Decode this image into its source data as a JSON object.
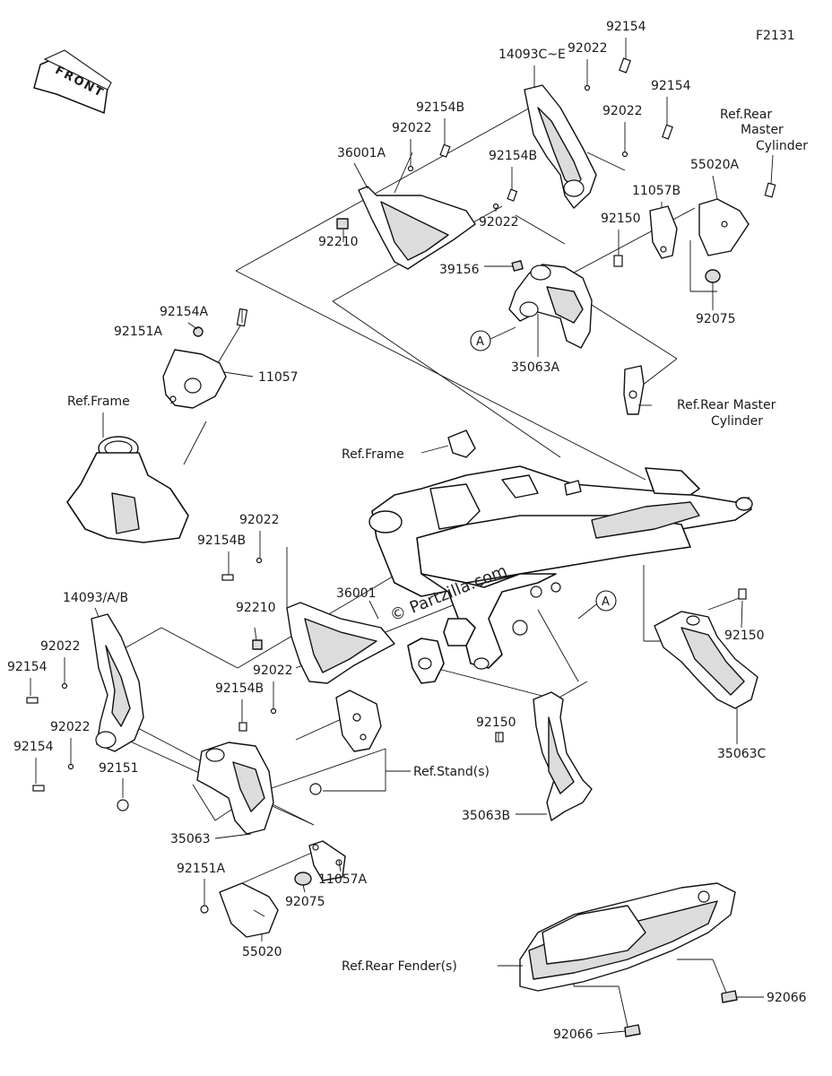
{
  "figure_code": "F2131",
  "front_arrow_label": "FRONT",
  "watermark": "© Partzilla.com",
  "callout_marker": "A",
  "labels": {
    "p14093c_e": "14093C~E",
    "p92154_top": "92154",
    "p92022_top": "92022",
    "p92154_r": "92154",
    "p92022_r": "92022",
    "p92154b_a": "92154B",
    "p92022_a": "92022",
    "p36001a": "36001A",
    "p92154b_b": "92154B",
    "p92022_b": "92022",
    "p92210_a": "92210",
    "p39156": "39156",
    "p11057b": "11057B",
    "p92150_a": "92150",
    "p55020a": "55020A",
    "p92075_a": "92075",
    "p35063a": "35063A",
    "ref_rear_master_1": "Ref.Rear",
    "ref_rear_master_2": "Master",
    "ref_rear_master_3": "Cylinder",
    "ref_rear_master_b1": "Ref.Rear Master",
    "ref_rear_master_b2": "Cylinder",
    "p92154a": "92154A",
    "p92151a_a": "92151A",
    "p11057": "11057",
    "ref_frame_a": "Ref.Frame",
    "ref_frame_b": "Ref.Frame",
    "p92022_m": "92022",
    "p92154b_m": "92154B",
    "p92210_b": "92210",
    "p36001": "36001",
    "p14093": "14093/A/B",
    "p92022_l1": "92022",
    "p92154_l1": "92154",
    "p92022_l2": "92022",
    "p92154_l2": "92154",
    "p92022_c": "92022",
    "p92154b_c": "92154B",
    "p92151": "92151",
    "p35063": "35063",
    "ref_stands": "Ref.Stand(s)",
    "p92150_b": "92150",
    "p35063b": "35063B",
    "p92150_c": "92150",
    "p35063c": "35063C",
    "p92151a_b": "92151A",
    "p92075_b": "92075",
    "p11057a": "11057A",
    "p55020": "55020",
    "ref_rear_fender": "Ref.Rear Fender(s)",
    "p92066_a": "92066",
    "p92066_b": "92066"
  }
}
